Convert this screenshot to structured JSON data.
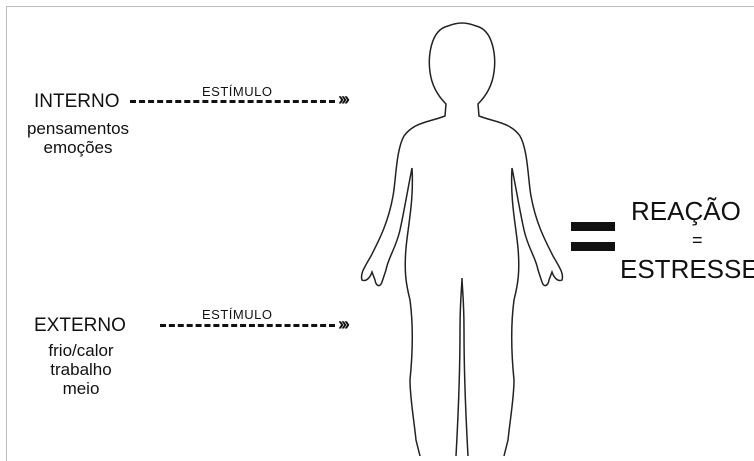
{
  "internal": {
    "title": "INTERNO",
    "items": [
      "pensamentos",
      "emoções"
    ],
    "stimulus": "ESTÍMULO",
    "arrow": "›››"
  },
  "external": {
    "title": "EXTERNO",
    "items": [
      "frio/calor",
      "trabalho",
      "meio"
    ],
    "stimulus": "ESTÍMULO",
    "arrow": "›››"
  },
  "result": {
    "line1": "REAÇÃO",
    "equals": "=",
    "line2": "ESTRESSE"
  }
}
